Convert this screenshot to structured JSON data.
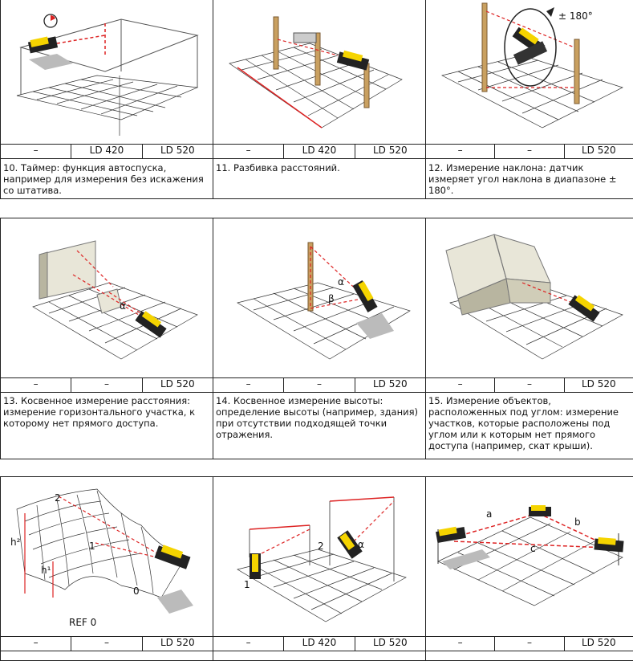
{
  "rows": [
    {
      "cells": [
        {
          "models": [
            "–",
            "LD 420",
            "LD 520"
          ],
          "desc": "10. Таймер: функция автоспуска, например для измерения без искажения со штатива."
        },
        {
          "models": [
            "–",
            "LD 420",
            "LD 520"
          ],
          "desc": "11. Разбивка расстояний."
        },
        {
          "models": [
            "–",
            "–",
            "LD 520"
          ],
          "desc": "12. Измерение наклона: датчик измеряет угол наклона в диапазоне ± 180°."
        }
      ]
    },
    {
      "cells": [
        {
          "models": [
            "–",
            "–",
            "LD 520"
          ],
          "desc": "13. Косвенное измерение расстояния: измерение горизонтального участка, к которому нет прямого доступа."
        },
        {
          "models": [
            "–",
            "–",
            "LD 520"
          ],
          "desc": "14. Косвенное измерение высоты: определение высоты (например, здания) при отсутствии подходящей точки отражения."
        },
        {
          "models": [
            "–",
            "–",
            "LD 520"
          ],
          "desc": "15. Измерение объектов, расположенных под углом: измерение участков, которые расположены под углом или к которым нет прямого доступа (например, скат крыши)."
        }
      ]
    },
    {
      "cells": [
        {
          "models": [
            "–",
            "–",
            "LD 520"
          ],
          "desc": ""
        },
        {
          "models": [
            "–",
            "LD 420",
            "LD 520"
          ],
          "desc": ""
        },
        {
          "models": [
            "–",
            "–",
            "LD 520"
          ],
          "desc": ""
        }
      ]
    }
  ],
  "labels": {
    "angle_180": "± 180°",
    "alpha": "α",
    "beta": "β",
    "h1": "h¹",
    "h2": "h²",
    "ref0": "REF 0",
    "n0": "0",
    "n1": "1",
    "n2": "2",
    "a": "a",
    "b": "b",
    "c": "c"
  }
}
